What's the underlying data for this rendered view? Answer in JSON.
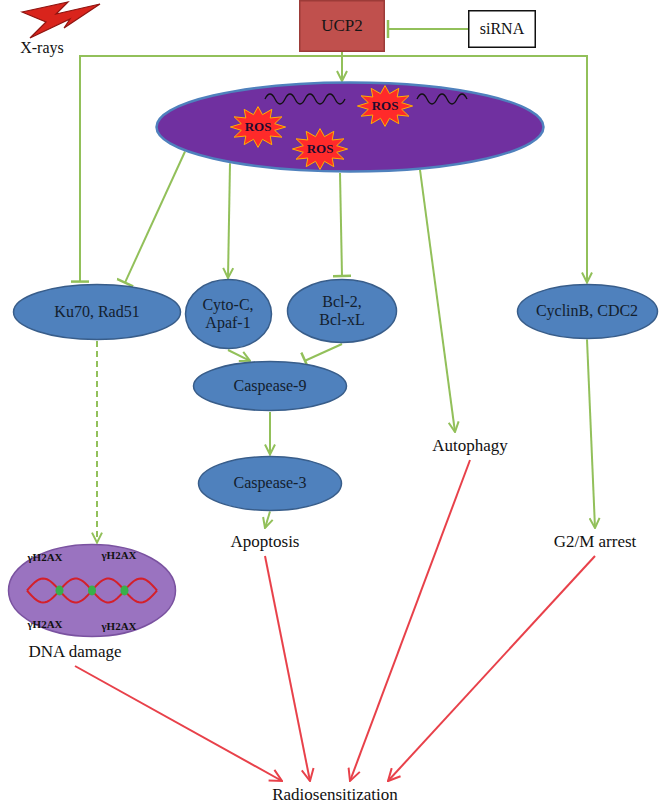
{
  "diagram": {
    "nodes": [
      {
        "text": [
          "UCP2"
        ]
      },
      {
        "text": [
          "siRNA"
        ]
      },
      {
        "text": [
          "ROS",
          "ROS",
          "ROS"
        ]
      },
      {
        "text": [
          "Ku70, Rad51"
        ]
      },
      {
        "text": [
          "Cyto-C, Apaf-1"
        ]
      },
      {
        "text": [
          "Bcl-2, Bcl-xL"
        ]
      },
      {
        "text": [
          "CyclinB, CDC2"
        ]
      },
      {
        "text": [
          "Caspease-9"
        ]
      },
      {
        "text": [
          "Autophagy"
        ]
      },
      {
        "text": [
          "Caspease-3"
        ]
      },
      {
        "text": [
          "G2/M arrest"
        ]
      },
      {
        "text": [
          "γH2AX",
          "γH2AX",
          "γH2AX",
          "γH2AX"
        ]
      },
      {
        "text": [
          "DNA damage"
        ]
      },
      {
        "text": [
          "Apoptosis"
        ]
      },
      {
        "text": [
          "Radiosensitization"
        ]
      }
    ],
    "edges": [
      {
        "from": 1,
        "to": 0,
        "arrow": "to"
      },
      {
        "from": 0,
        "to": 2,
        "arrow": "to"
      },
      {
        "from": 0,
        "to": 3,
        "arrow": "to"
      },
      {
        "from": 0,
        "to": 6,
        "arrow": "to"
      },
      {
        "from": 2,
        "to": 3,
        "arrow": "to"
      },
      {
        "from": 2,
        "to": 4,
        "arrow": "to"
      },
      {
        "from": 2,
        "to": 5,
        "arrow": "to"
      },
      {
        "from": 2,
        "to": 8,
        "arrow": "to"
      },
      {
        "from": 4,
        "to": 7,
        "arrow": "to"
      },
      {
        "from": 5,
        "to": 7,
        "arrow": "to"
      },
      {
        "from": 7,
        "to": 9,
        "arrow": "to"
      },
      {
        "from": 9,
        "to": 13,
        "arrow": "to"
      },
      {
        "from": 6,
        "to": 10,
        "arrow": "to"
      },
      {
        "from": 3,
        "to": 11,
        "arrow": "to"
      },
      {
        "from": 12,
        "to": 14,
        "arrow": "to"
      },
      {
        "from": 13,
        "to": 14,
        "arrow": "to"
      },
      {
        "from": 8,
        "to": 14,
        "arrow": "to"
      },
      {
        "from": 10,
        "to": 14,
        "arrow": "to"
      }
    ],
    "labels": [
      "X-rays"
    ]
  }
}
